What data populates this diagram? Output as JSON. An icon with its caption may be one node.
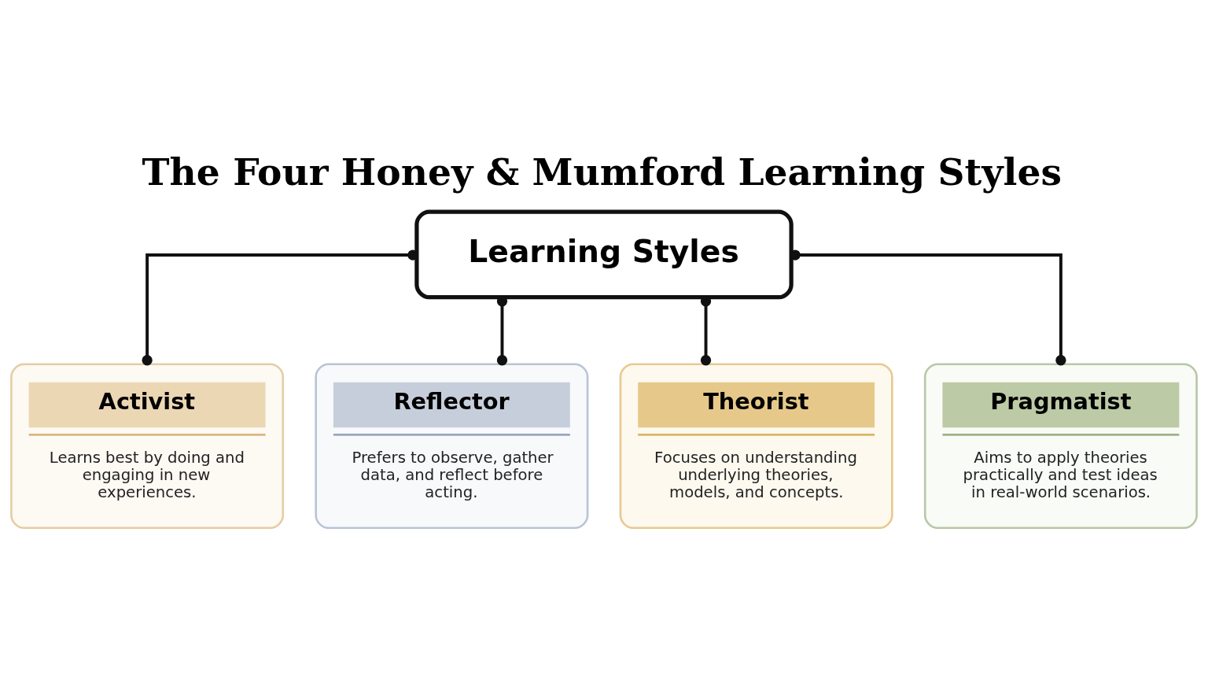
{
  "diagram": {
    "title": "The Four Honey & Mumford Learning Styles",
    "nodes": [
      {
        "text": [
          "Learning Styles"
        ]
      },
      {
        "text": [
          "Activist",
          "Learns best by doing and engaging in new experiences."
        ]
      },
      {
        "text": [
          "Reflector",
          "Prefers to observe, gather data, and reflect before acting."
        ]
      },
      {
        "text": [
          "Theorist",
          "Focuses on understanding underlying theories, models, and concepts."
        ]
      },
      {
        "text": [
          "Pragmatist",
          "Aims to apply theories practically and test ideas in real-world scenarios."
        ]
      }
    ],
    "edges": [
      {
        "from": 0,
        "to": 1,
        "arrow": "other"
      },
      {
        "from": 0,
        "to": 2,
        "arrow": "other"
      },
      {
        "from": 0,
        "to": 3,
        "arrow": "other"
      },
      {
        "from": 0,
        "to": 4,
        "arrow": "other"
      }
    ]
  }
}
